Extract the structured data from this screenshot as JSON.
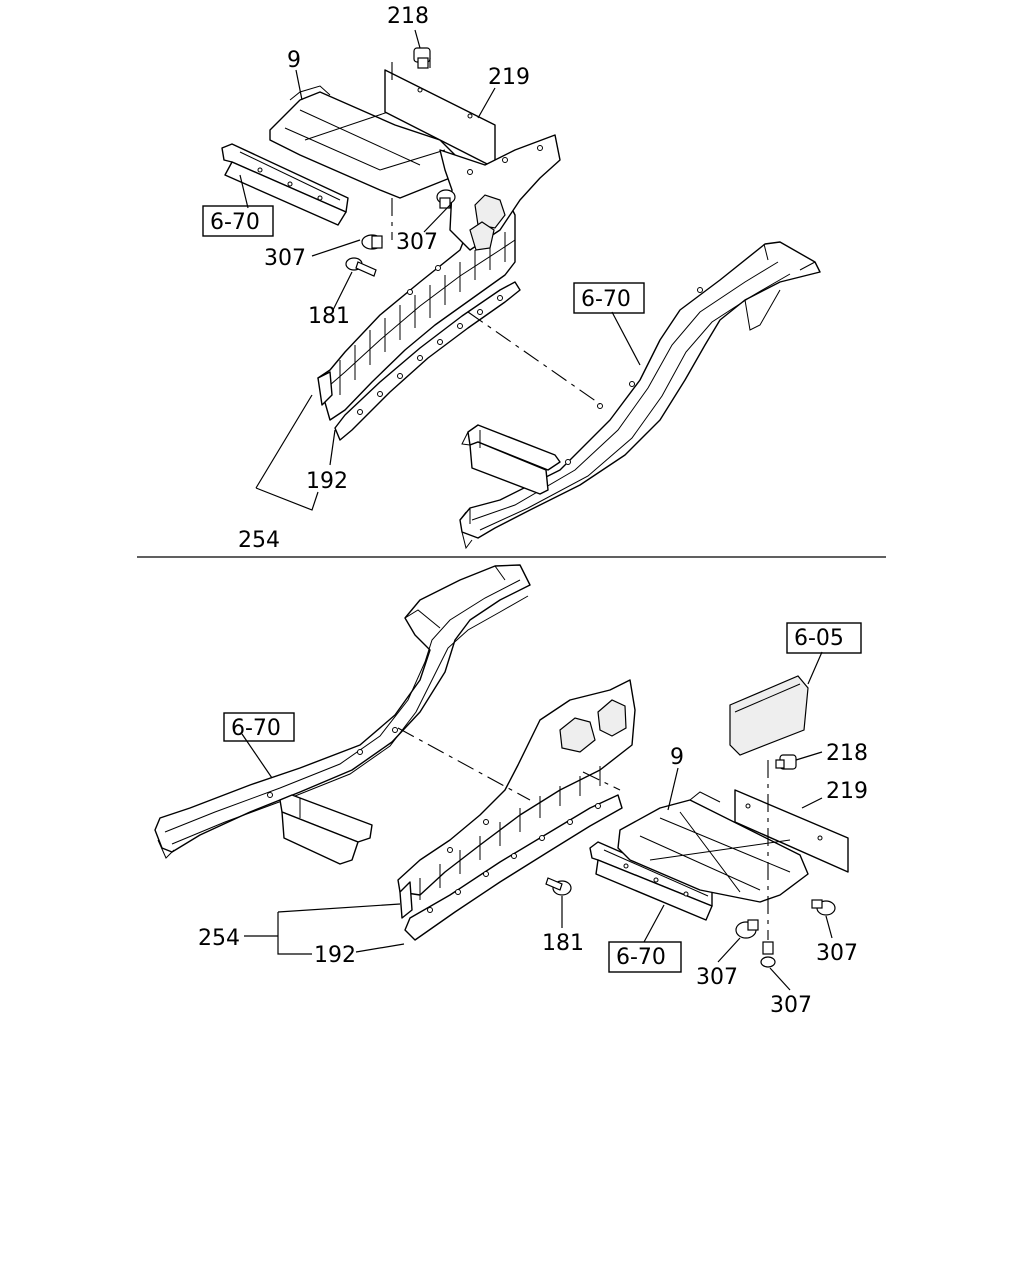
{
  "upper_view": {
    "labels": {
      "p218": "218",
      "p9": "9",
      "p219": "219",
      "ref_a": "6-70",
      "p307_left": "307",
      "p307_right": "307",
      "p181": "181",
      "ref_b": "6-70",
      "p192": "192",
      "p254": "254"
    }
  },
  "lower_view": {
    "labels": {
      "ref_605": "6-05",
      "ref_a": "6-70",
      "p9": "9",
      "p218": "218",
      "p219": "219",
      "p254": "254",
      "p192": "192",
      "p181": "181",
      "ref_b": "6-70",
      "p307_a": "307",
      "p307_b": "307",
      "p307_c": "307"
    }
  }
}
